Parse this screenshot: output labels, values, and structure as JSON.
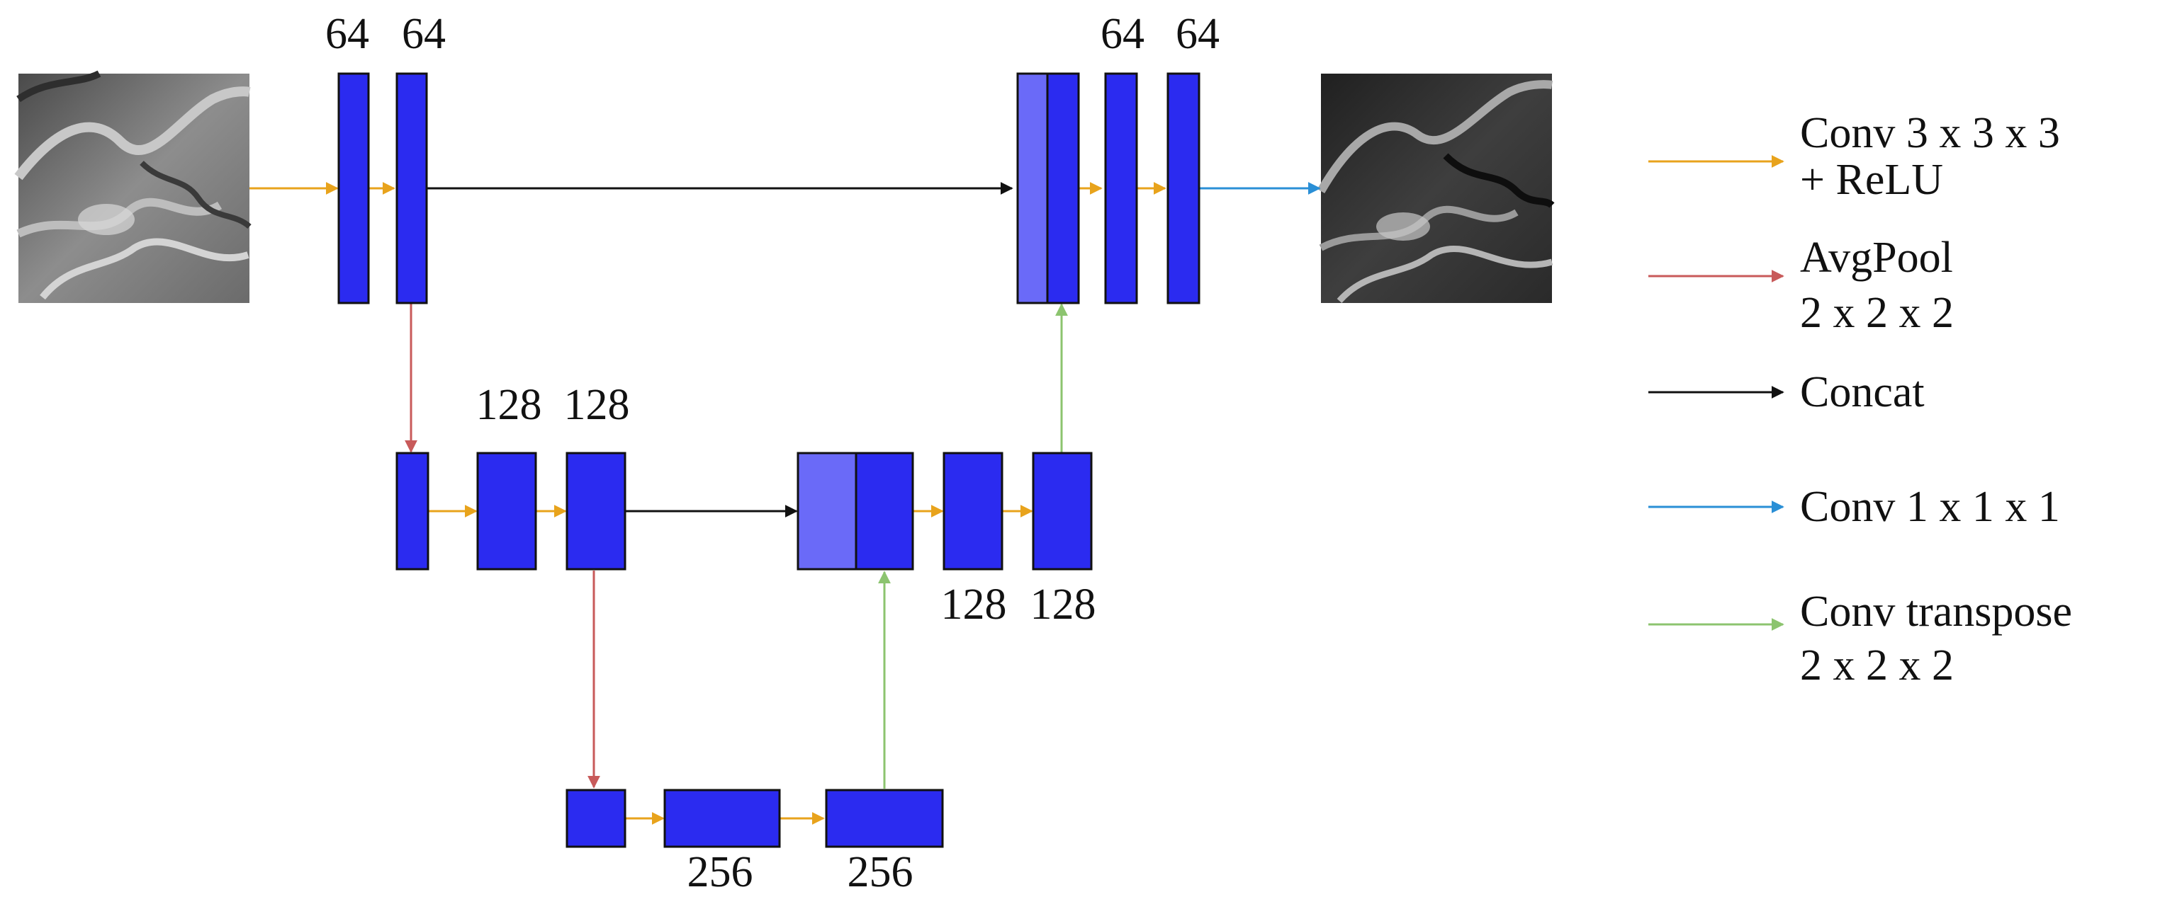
{
  "colors": {
    "block": "#2b2bf0",
    "concat_block": "#6a6af8",
    "conv3": "#e8a31c",
    "avgpool": "#c85a5a",
    "concat": "#111111",
    "conv1": "#2a8fd6",
    "convT": "#8cc46f"
  },
  "images": {
    "input": "input-mri-image",
    "output": "output-mri-image"
  },
  "labels": {
    "enc1_a": "64",
    "enc1_b": "64",
    "enc2_a": "128",
    "enc2_b": "128",
    "bott_a": "256",
    "bott_b": "256",
    "dec2_a": "128",
    "dec2_b": "128",
    "dec1_a": "64",
    "dec1_b": "64"
  },
  "legend": [
    {
      "key": "conv3",
      "line1": "Conv 3 x 3 x 3",
      "line2": "+ ReLU"
    },
    {
      "key": "avgpool",
      "line1": "AvgPool",
      "line2": "2 x 2 x 2"
    },
    {
      "key": "concat",
      "line1": "Concat",
      "line2": ""
    },
    {
      "key": "conv1",
      "line1": "Conv 1 x 1 x 1",
      "line2": ""
    },
    {
      "key": "convT",
      "line1": "Conv transpose",
      "line2": "2 x 2 x 2"
    }
  ]
}
